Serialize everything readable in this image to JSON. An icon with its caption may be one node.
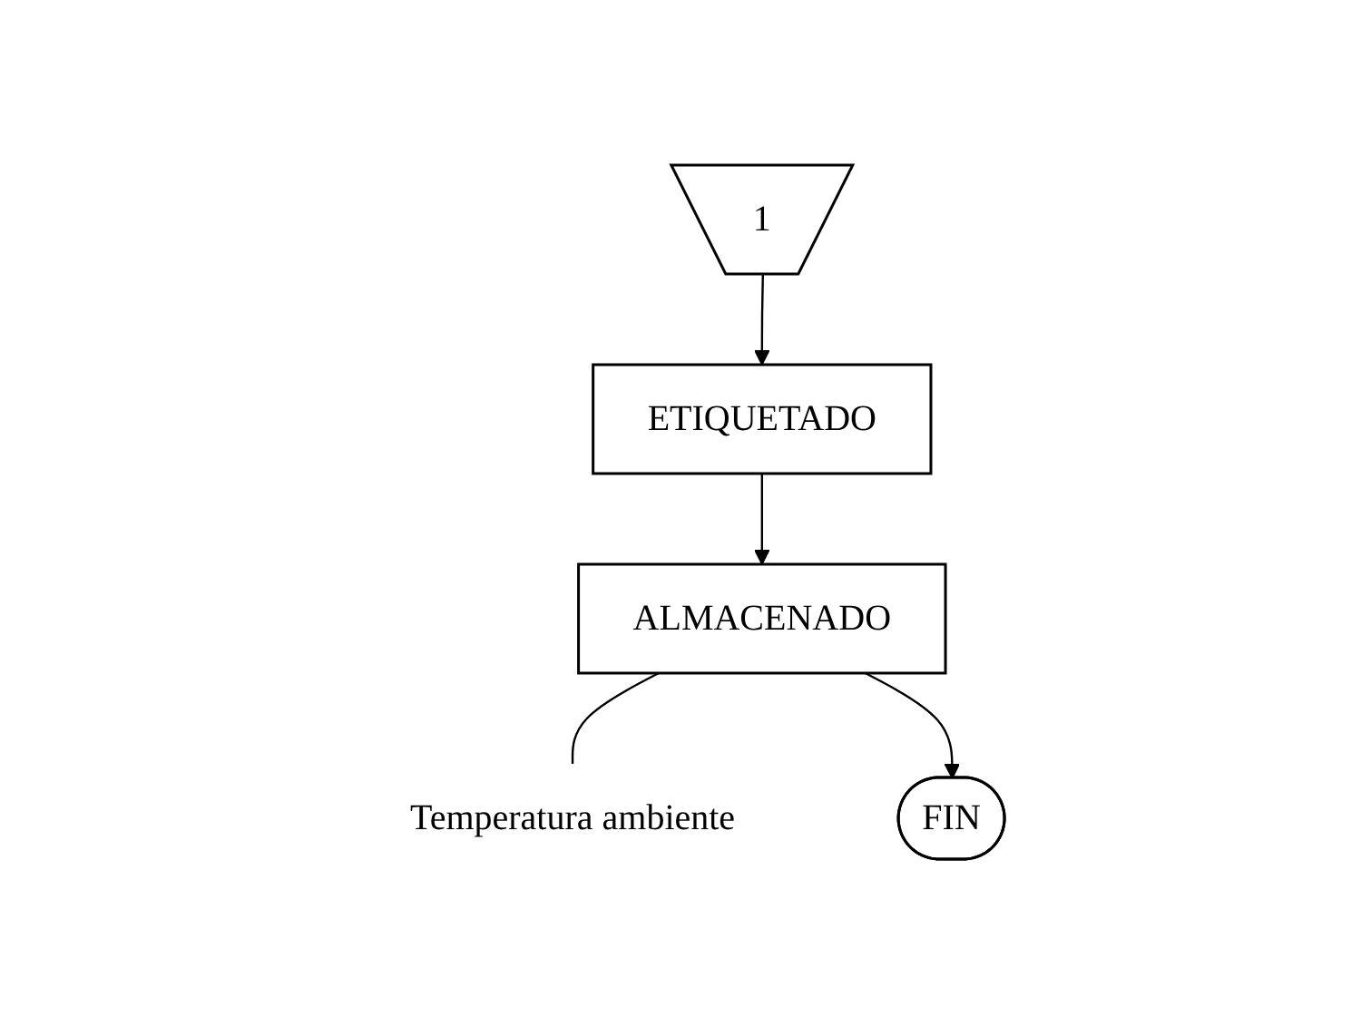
{
  "diagram": {
    "nodes": [
      {
        "text": [
          "1"
        ]
      },
      {
        "text": [
          "ETIQUETADO"
        ]
      },
      {
        "text": [
          "ALMACENADO"
        ]
      },
      {
        "text": [
          "Temperatura ambiente"
        ]
      },
      {
        "text": [
          "FIN"
        ]
      }
    ],
    "edges": [
      {
        "from": 0,
        "to": 1,
        "arrow": "to"
      },
      {
        "from": 1,
        "to": 2,
        "arrow": "to"
      },
      {
        "from": 2,
        "to": 3,
        "arrow": "none"
      },
      {
        "from": 2,
        "to": 4,
        "arrow": "to"
      }
    ]
  }
}
